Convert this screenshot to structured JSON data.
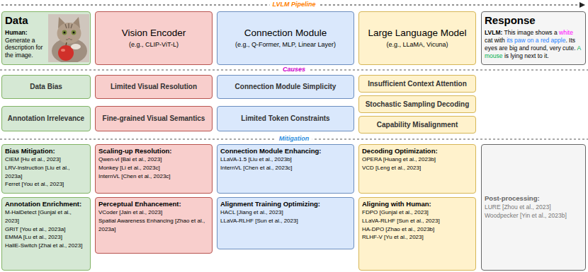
{
  "diagram": {
    "nodes": [
      {
        "text": [
          "Data",
          "Human:",
          "Generate a description for the image."
        ]
      },
      {
        "text": [
          "Vision Encoder",
          "(e.g., CLIP-ViT-L)"
        ]
      },
      {
        "text": [
          "Connection Module",
          "(e.g., Q-Former, MLP, Linear Layer)"
        ]
      },
      {
        "text": [
          "Large Language Model",
          "(e.g., LLaMA, Vicuna)"
        ]
      },
      {
        "text": [
          "Response",
          "LVLM:",
          "This image shows a",
          "white",
          "cat with",
          "its paw on a red apple",
          ". Its eyes are big and round, very cute.",
          "A mouse",
          "is lying next to it."
        ]
      },
      {
        "text": [
          "Data Bias"
        ]
      },
      {
        "text": [
          "Limited Visual Resolution"
        ]
      },
      {
        "text": [
          "Connection Module Simplicity"
        ]
      },
      {
        "text": [
          "Insufficient Context Attention"
        ]
      },
      {
        "text": [
          "Stochastic Sampling Decoding"
        ]
      },
      {
        "text": [
          "Annotation Irrelevance"
        ]
      },
      {
        "text": [
          "Fine-grained Visual Semantics"
        ]
      },
      {
        "text": [
          "Limited Token Constraints"
        ]
      },
      {
        "text": [
          "Capability Misalignment"
        ]
      },
      {
        "text": [
          "Bias Mitigation:",
          "CIEM [Hu et al., 2023]",
          "LRV-Instruction [Liu et al., 2023a]",
          "Ferret [You et al., 2023]"
        ]
      },
      {
        "text": [
          "Scaling-up Resolution:",
          "Qwen-vl [Bai et al., 2023]",
          "Monkey [Li et al., 2023c]",
          "InternVL [Chen et al., 2023c]"
        ]
      },
      {
        "text": [
          "Connection Module Enhancing:",
          "LLaVA-1.5 [Liu et al., 2023b]",
          "InternVL [Chen et al., 2023c]"
        ]
      },
      {
        "text": [
          "Decoding Optimization:",
          "OPERA [Huang et al., 2023b]",
          "VCD [Leng et al., 2023]"
        ]
      },
      {
        "text": [
          "Post-processing:",
          "LURE [Zhou et al., 2023]",
          "Woodpecker [Yin et al., 2023b]"
        ]
      },
      {
        "text": [
          "Annotation Enrichment:",
          "M-HalDetect [Gunjal et al., 2023]",
          "GRIT [You et al., 2023a]",
          "EMMA [Lu et al., 2023]",
          "HallE-Switch [Zhai et al., 2023]"
        ]
      },
      {
        "text": [
          "Perceptual Enhancement:",
          "VCoder [Jain et al., 2023]",
          "Spatial Awareness Enhancing [Zhao et al., 2023a]"
        ]
      },
      {
        "text": [
          "Alignment Training Optimizing:",
          "HACL [Jiang et al., 2023]",
          "LLaVA-RLHF [Sun et al., 2023]"
        ]
      },
      {
        "text": [
          "Aligning with Human:",
          "FDPO [Gunjal et al., 2023]",
          "LLaVA-RLHF [Sun et al., 2023]",
          "HA-DPO [Zhao et al., 2023b]",
          "RLHF-V [Yu et al., 2023]"
        ]
      }
    ],
    "labels": [
      "LVLM Pipeline",
      "Causes",
      "Mitigation"
    ]
  }
}
